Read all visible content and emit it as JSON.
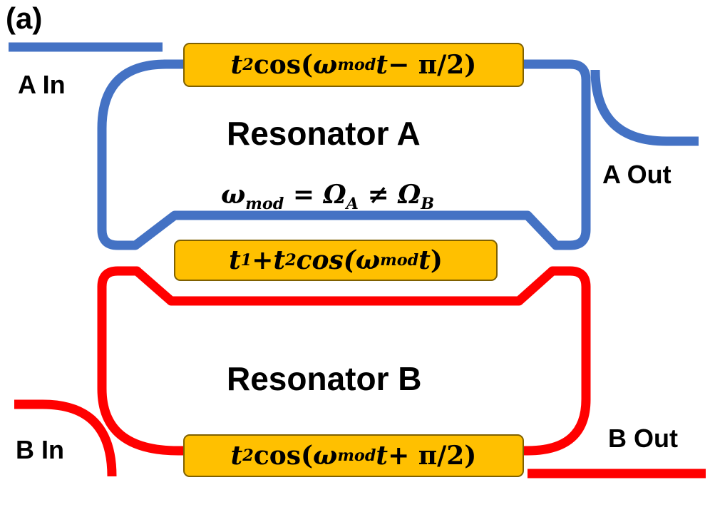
{
  "panel_label": "(a)",
  "colors": {
    "resonator_a": "#4472C4",
    "resonator_b": "#FF0000",
    "modulator_fill": "#FFC000"
  },
  "ports": {
    "a_in": "A In",
    "a_out": "A Out",
    "b_in": "B In",
    "b_out": "B Out"
  },
  "resonators": {
    "a": "Resonator A",
    "b": "Resonator B"
  },
  "condition": {
    "lhs_symbol": "ω",
    "lhs_sub": "mod",
    "eq": " = ",
    "omega_a": "Ω",
    "omega_a_sub": "A",
    "neq": " ≠ ",
    "omega_b": "Ω",
    "omega_b_sub": "B"
  },
  "modulators": {
    "top": {
      "coef": "t",
      "coef_sub": "2",
      "func": " cos( ",
      "omega": "ω",
      "omega_sub": "mod",
      "var": "t",
      "tail": " − π/2)"
    },
    "middle": {
      "t1": "t",
      "t1_sub": "1",
      "plus": " + ",
      "coef": "t",
      "coef_sub": "2",
      "func": " cos(",
      "omega": "ω",
      "omega_sub": "mod",
      "var": " t",
      "close": ")"
    },
    "bottom": {
      "coef": "t",
      "coef_sub": "2",
      "func": " cos( ",
      "omega": "ω",
      "omega_sub": "mod",
      "var": "t",
      "tail": " + π/2)"
    }
  }
}
